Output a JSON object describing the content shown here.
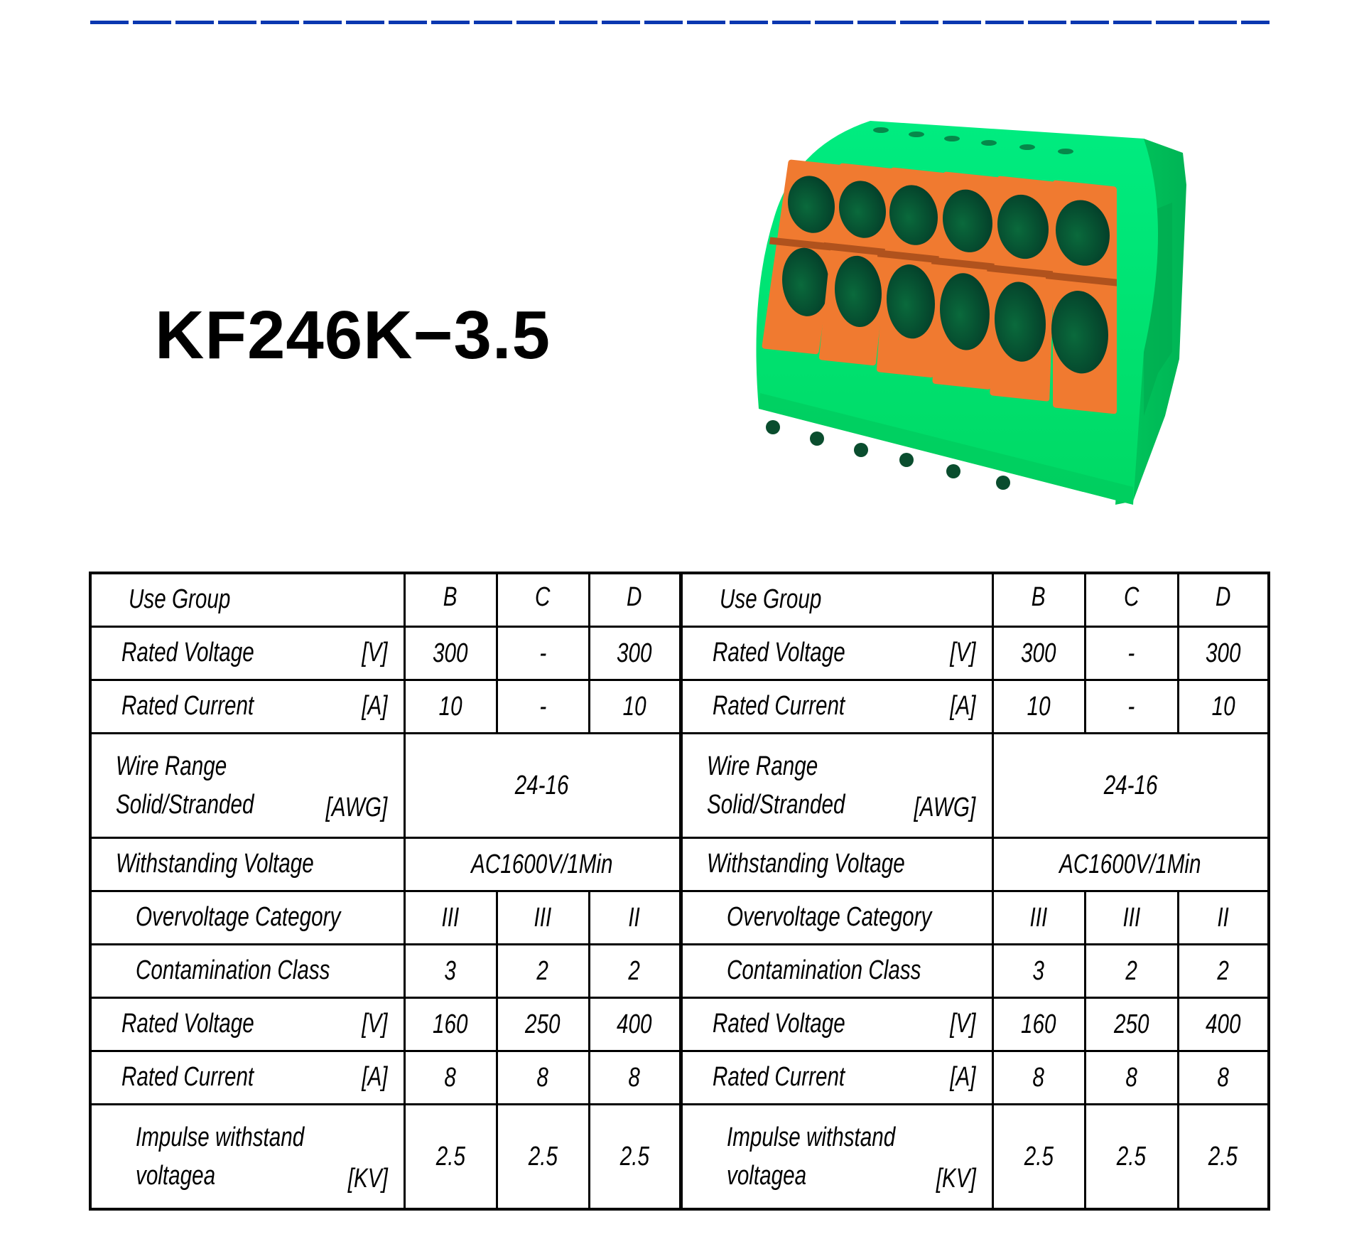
{
  "header": {
    "rule_color": "#0a37b0",
    "title": "KF246K−3.5"
  },
  "product_image": {
    "description": "Green 6-pole spring terminal block with orange push buttons",
    "poles": 6,
    "body_color": "#00d964",
    "button_color": "#f07a30",
    "hole_color": "#0b5a35"
  },
  "spec_table": {
    "halves": [
      {
        "rows": [
          {
            "label": "Use Group",
            "unit": "",
            "values": [
              "B",
              "C",
              "D"
            ]
          },
          {
            "label": "Rated Voltage",
            "unit": "[V]",
            "values": [
              "300",
              "-",
              "300"
            ]
          },
          {
            "label": "Rated Current",
            "unit": "[A]",
            "values": [
              "10",
              "-",
              "10"
            ]
          },
          {
            "label": "Wire Range",
            "label2": "Solid/Stranded",
            "unit": "[AWG]",
            "span_value": "24-16"
          },
          {
            "label": "Withstanding Voltage",
            "unit": "",
            "span_value": "AC1600V/1Min"
          },
          {
            "label": "Overvoltage Category",
            "unit": "",
            "values": [
              "III",
              "III",
              "II"
            ]
          },
          {
            "label": "Contamination Class",
            "unit": "",
            "values": [
              "3",
              "2",
              "2"
            ]
          },
          {
            "label": "Rated Voltage",
            "unit": "[V]",
            "values": [
              "160",
              "250",
              "400"
            ]
          },
          {
            "label": "Rated Current",
            "unit": "[A]",
            "values": [
              "8",
              "8",
              "8"
            ]
          },
          {
            "label": "Impulse withstand",
            "label2": "voltagea",
            "unit": "[KV]",
            "values": [
              "2.5",
              "2.5",
              "2.5"
            ]
          }
        ]
      },
      {
        "rows": [
          {
            "label": "Use Group",
            "unit": "",
            "values": [
              "B",
              "C",
              "D"
            ]
          },
          {
            "label": "Rated Voltage",
            "unit": "[V]",
            "values": [
              "300",
              "-",
              "300"
            ]
          },
          {
            "label": "Rated Current",
            "unit": "[A]",
            "values": [
              "10",
              "-",
              "10"
            ]
          },
          {
            "label": "Wire Range",
            "label2": "Solid/Stranded",
            "unit": "[AWG]",
            "span_value": "24-16"
          },
          {
            "label": "Withstanding Voltage",
            "unit": "",
            "span_value": "AC1600V/1Min"
          },
          {
            "label": "Overvoltage Category",
            "unit": "",
            "values": [
              "III",
              "III",
              "II"
            ]
          },
          {
            "label": "Contamination Class",
            "unit": "",
            "values": [
              "3",
              "2",
              "2"
            ]
          },
          {
            "label": "Rated Voltage",
            "unit": "[V]",
            "values": [
              "160",
              "250",
              "400"
            ]
          },
          {
            "label": "Rated Current",
            "unit": "[A]",
            "values": [
              "8",
              "8",
              "8"
            ]
          },
          {
            "label": "Impulse withstand",
            "label2": "voltagea",
            "unit": "[KV]",
            "values": [
              "2.5",
              "2.5",
              "2.5"
            ]
          }
        ]
      }
    ]
  }
}
